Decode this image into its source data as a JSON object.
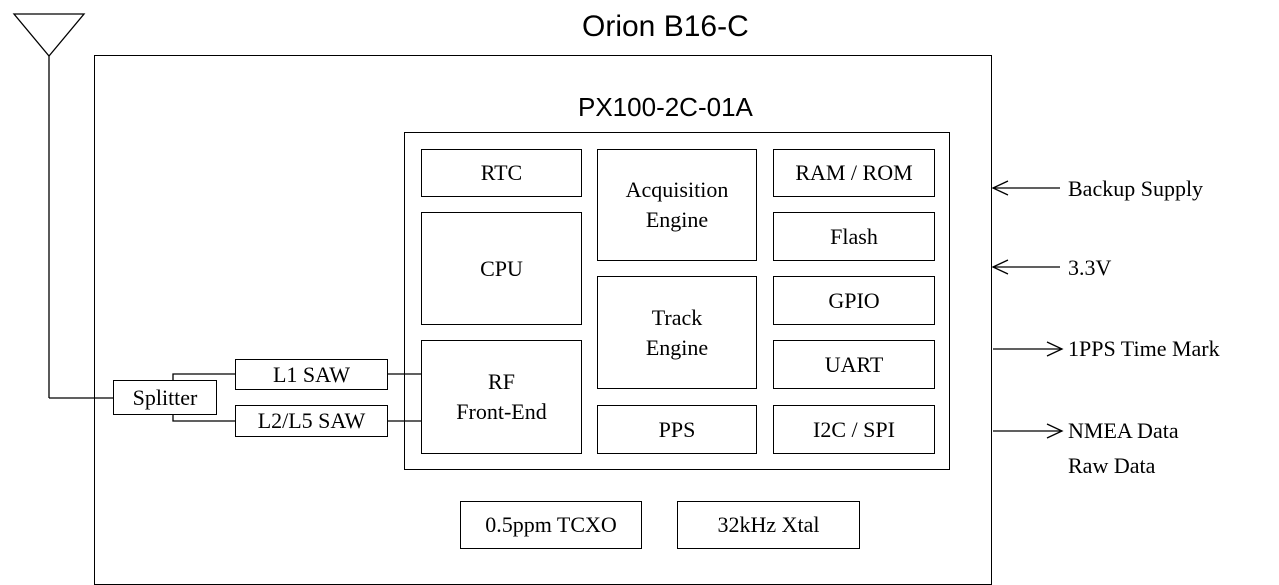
{
  "module_title": "Orion B16-C",
  "chip_title": "PX100-2C-01A",
  "blocks": {
    "rtc": "RTC",
    "acquisition_engine": [
      "Acquisition",
      "Engine"
    ],
    "ram_rom": "RAM / ROM",
    "flash": "Flash",
    "cpu": "CPU",
    "track_engine": [
      "Track",
      "Engine"
    ],
    "gpio": "GPIO",
    "uart": "UART",
    "rf_front_end": [
      "RF",
      "Front-End"
    ],
    "pps": "PPS",
    "i2c_spi": "I2C / SPI"
  },
  "rf_chain": {
    "splitter": "Splitter",
    "l1_saw": "L1 SAW",
    "l2l5_saw": "L2/L5 SAW"
  },
  "oscillators": {
    "tcxo": "0.5ppm TCXO",
    "xtal": "32kHz Xtal"
  },
  "signals": {
    "backup_supply": "Backup Supply",
    "supply_3v3": "3.3V",
    "pps_time_mark": "1PPS Time Mark",
    "nmea_data": "NMEA Data",
    "raw_data": "Raw Data"
  }
}
